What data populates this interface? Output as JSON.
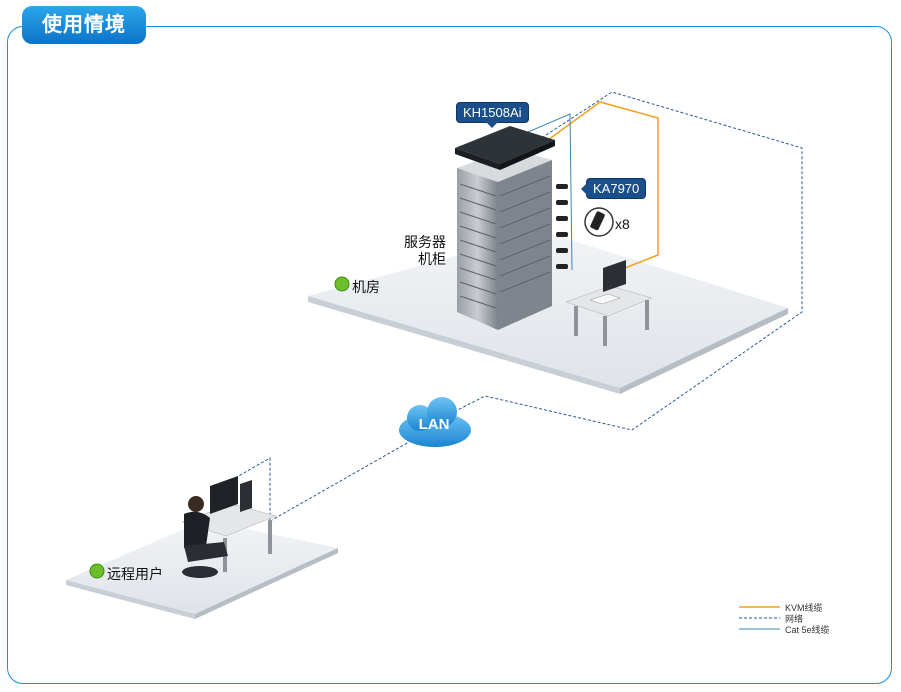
{
  "section_title": "使用情境",
  "labels": {
    "kh_model": "KH1508Ai",
    "ka_model": "KA7970",
    "ka_count": "x8",
    "rack_line1": "服务器",
    "rack_line2": "机柜",
    "room": "机房",
    "lan": "LAN",
    "remote_user": "远程用户"
  },
  "legend": {
    "kvm_cable": "KVM线缆",
    "network": "网络",
    "cat5e": "Cat 5e线缆"
  },
  "colors": {
    "accent": "#1c8fd6",
    "kvm_line": "#f0a020",
    "network_line": "#2a5a9a",
    "cat_line": "#3b86b5",
    "marker": "#6cbf2a"
  }
}
